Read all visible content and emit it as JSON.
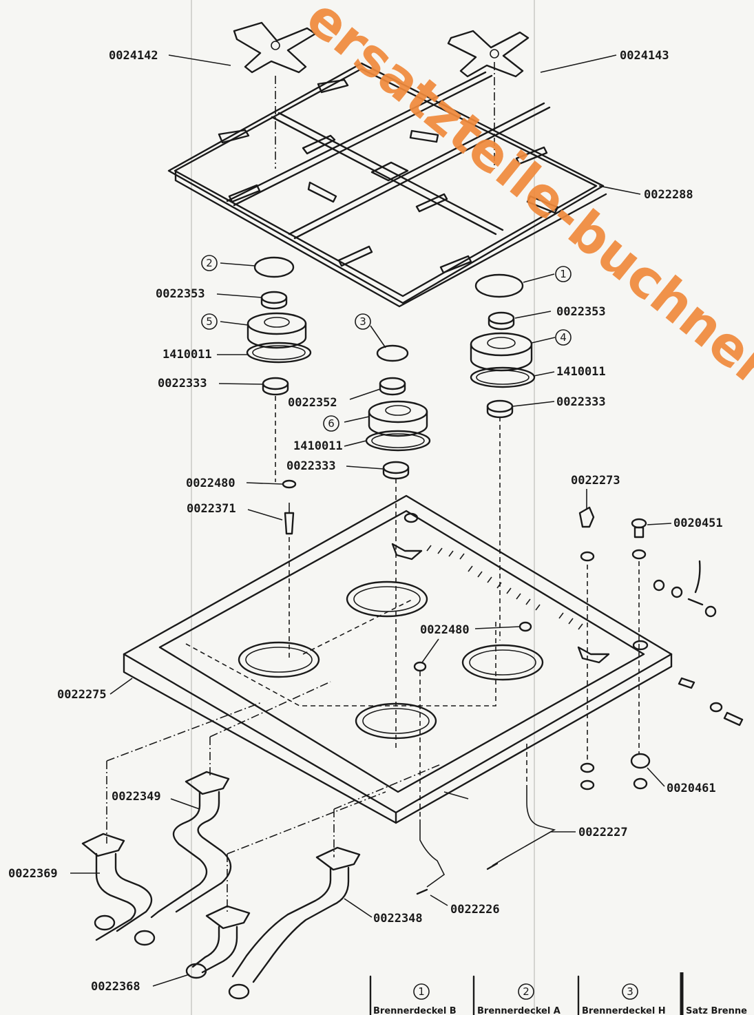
{
  "parts": {
    "p0024142": "0024142",
    "p0024143": "0024143",
    "p0022288": "0022288",
    "p0022353a": "0022353",
    "p0022353b": "0022353",
    "p1410011a": "1410011",
    "p1410011b": "1410011",
    "p1410011c": "1410011",
    "p0022333a": "0022333",
    "p0022333b": "0022333",
    "p0022333c": "0022333",
    "p0022352": "0022352",
    "p0022480a": "0022480",
    "p0022480b": "0022480",
    "p0022371": "0022371",
    "p0022273": "0022273",
    "p0020451": "0020451",
    "p0022275": "0022275",
    "p0020461": "0020461",
    "p0022349": "0022349",
    "p0022227": "0022227",
    "p0022369": "0022369",
    "p0022226": "0022226",
    "p0022348": "0022348",
    "p0022368": "0022368"
  },
  "callouts": {
    "c1": "1",
    "c2": "2",
    "c3": "3",
    "c4": "4",
    "c5": "5",
    "c6": "6"
  },
  "legend_table": {
    "headers": [
      "1",
      "2",
      "3"
    ],
    "cells": [
      "Brennerdeckel B",
      "Brennerdeckel A",
      "Brennerdeckel H",
      "Satz Brenne"
    ]
  },
  "watermark": "ersatzteile-buchner"
}
